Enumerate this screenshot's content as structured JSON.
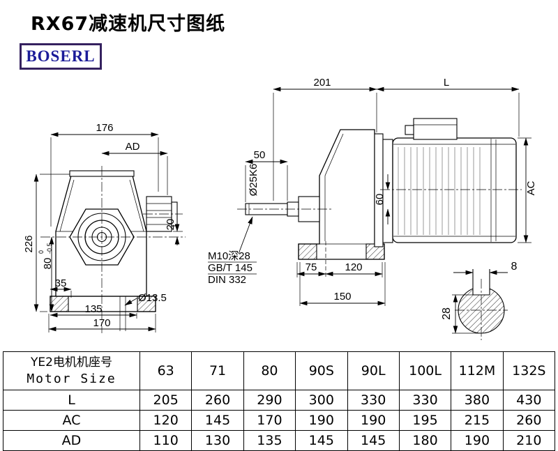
{
  "page": {
    "title": "RX67减速机尺寸图纸",
    "logo": "BOSERL"
  },
  "front_view": {
    "dim_176": "176",
    "dim_ad": "AD",
    "dim_226": "226",
    "dim_80": "80",
    "dim_80_tol_up": "0",
    "dim_80_tol_dn": "-0.5",
    "dim_20": "20",
    "dim_35": "35",
    "dim_135": "135",
    "dim_170": "170",
    "dim_hole": "Ø13.5"
  },
  "side_view": {
    "dim_201": "201",
    "dim_l": "L",
    "dim_50": "50",
    "dim_shaft": "Ø25K6",
    "dim_60": "60",
    "dim_ac": "AC",
    "note_line1": "M10深28",
    "note_line2": "GB/T 145",
    "note_line3": "DIN 332",
    "dim_75": "75",
    "dim_120": "120",
    "dim_150": "150"
  },
  "shaft_detail": {
    "dim_8": "8",
    "dim_28": "28"
  },
  "table": {
    "header_cn": "YE2电机机座号",
    "header_en": "Motor Size",
    "sizes": [
      "63",
      "71",
      "80",
      "90S",
      "90L",
      "100L",
      "112M",
      "132S"
    ],
    "rows": [
      {
        "label": "L",
        "values": [
          "205",
          "260",
          "290",
          "300",
          "330",
          "330",
          "380",
          "430"
        ]
      },
      {
        "label": "AC",
        "values": [
          "120",
          "145",
          "170",
          "190",
          "190",
          "195",
          "215",
          "260"
        ]
      },
      {
        "label": "AD",
        "values": [
          "110",
          "130",
          "135",
          "145",
          "145",
          "180",
          "190",
          "210"
        ]
      }
    ]
  }
}
